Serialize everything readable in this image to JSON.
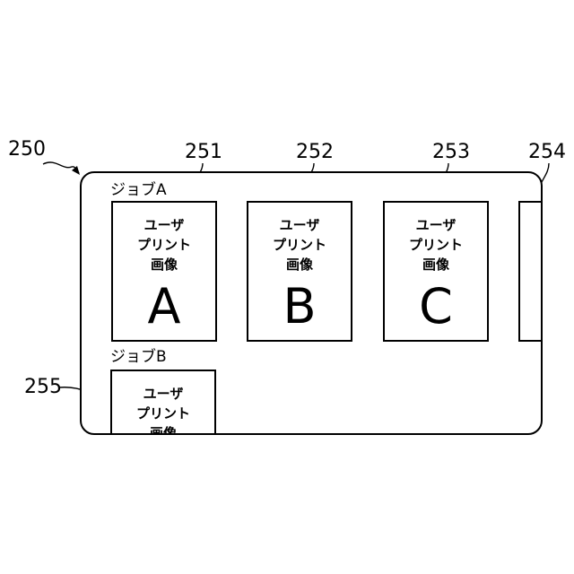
{
  "figure": {
    "ref_screen": "250",
    "ref_labels": [
      "251",
      "252",
      "253",
      "254",
      "255"
    ]
  },
  "screen": {
    "jobs": [
      {
        "label": "ジョブA",
        "items": [
          {
            "ref": "251",
            "caption": "ユーザ\nプリント\n画像",
            "letter": "A"
          },
          {
            "ref": "252",
            "caption": "ユーザ\nプリント\n画像",
            "letter": "B"
          },
          {
            "ref": "253",
            "caption": "ユーザ\nプリント\n画像",
            "letter": "C"
          },
          {
            "ref": "254",
            "caption": "",
            "letter": ""
          }
        ]
      },
      {
        "label": "ジョブB",
        "items": [
          {
            "ref": "255",
            "caption": "ユーザ\nプリント\n画像",
            "letter": ""
          }
        ]
      }
    ]
  }
}
